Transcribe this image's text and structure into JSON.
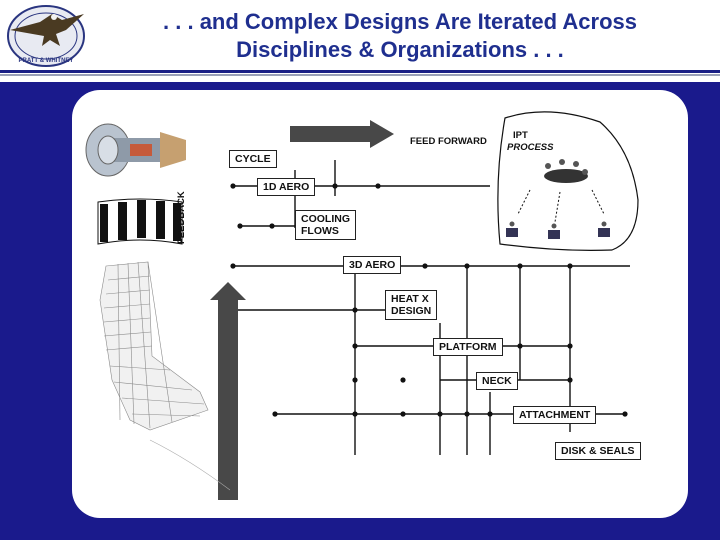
{
  "title": {
    "line1": ". . . and Complex Designs Are Iterated Across",
    "line2": "Disciplines & Organizations . . ."
  },
  "logo": {
    "icon": "eagle-emblem-icon",
    "text": "PRATT & WHITNEY"
  },
  "colors": {
    "title": "#1f2f8f",
    "backdrop": "#1a1a8c",
    "arrow": "#444444"
  },
  "diagram": {
    "feed_forward": "FEED FORWARD",
    "feedback": "FEEDBACK",
    "ipt": {
      "line1": "IPT",
      "line2": "PROCESS"
    },
    "stages": {
      "cycle": "CYCLE",
      "aero1d": "1D AERO",
      "cooling_l1": "COOLING",
      "cooling_l2": "FLOWS",
      "aero3d": "3D AERO",
      "heatx_l1": "HEAT X",
      "heatx_l2": "DESIGN",
      "platform": "PLATFORM",
      "neck": "NECK",
      "attachment": "ATTACHMENT",
      "disk_seals": "DISK & SEALS"
    },
    "images": [
      "engine-cutaway-icon",
      "blade-slices-icon",
      "blade-mesh-icon"
    ]
  }
}
